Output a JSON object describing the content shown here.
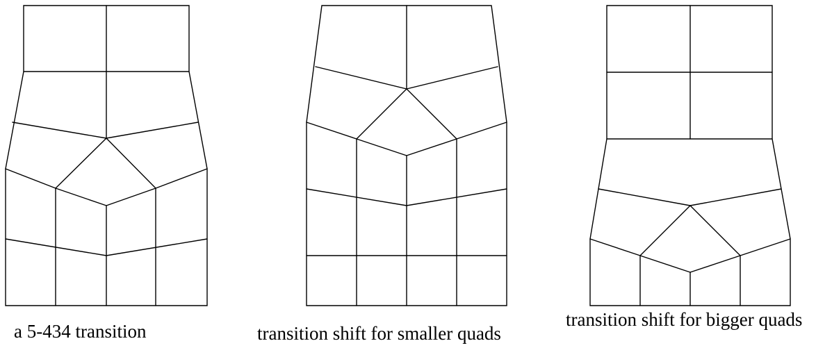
{
  "captions": {
    "a": "a 5-434 transition",
    "b": "transition shift for smaller quads",
    "c": "transition shift for bigger quads"
  },
  "style": {
    "line_color": "#000000",
    "background": "#ffffff"
  }
}
